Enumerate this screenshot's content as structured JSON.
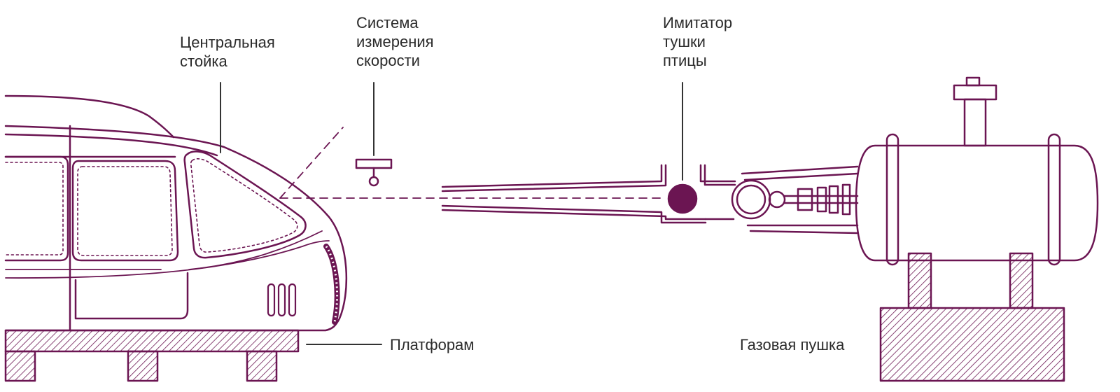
{
  "colors": {
    "stroke": "#6b1552",
    "label": "#2b2b2b",
    "background": "#ffffff"
  },
  "labels": {
    "pillar": [
      "Центральная",
      "стойка"
    ],
    "speed_system": [
      "Система",
      "измерения",
      "скорости"
    ],
    "bird_sim": [
      "Имитатор",
      "тушки",
      "птицы"
    ],
    "platform": "Платфорам",
    "gas_gun": "Газовая пушка"
  }
}
